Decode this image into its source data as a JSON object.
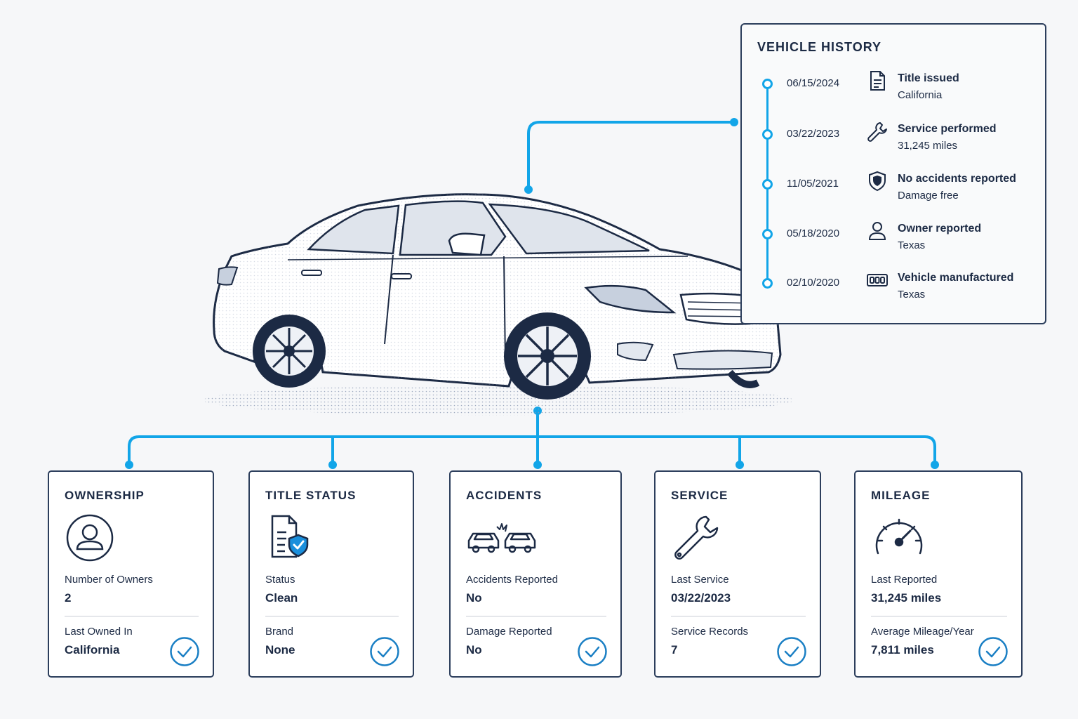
{
  "history": {
    "title": "VEHICLE HISTORY",
    "events": [
      {
        "date": "06/15/2024",
        "event": "Title issued",
        "detail": "California",
        "icon": "document-icon"
      },
      {
        "date": "03/22/2023",
        "event": "Service performed",
        "detail": "31,245 miles",
        "icon": "wrench-icon"
      },
      {
        "date": "11/05/2021",
        "event": "No accidents reported",
        "detail": "Damage free",
        "icon": "shield-icon"
      },
      {
        "date": "05/18/2020",
        "event": "Owner reported",
        "detail": "Texas",
        "icon": "person-icon"
      },
      {
        "date": "02/10/2020",
        "event": "Vehicle manufactured",
        "detail": "Texas",
        "icon": "odometer-icon"
      }
    ]
  },
  "cards": [
    {
      "title": "OWNERSHIP",
      "icon": "person-circle-icon",
      "label1": "Number of Owners",
      "value1": "2",
      "label2": "Last Owned In",
      "value2": "California"
    },
    {
      "title": "TITLE STATUS",
      "icon": "document-shield-icon",
      "label1": "Status",
      "value1": "Clean",
      "label2": "Brand",
      "value2": "None"
    },
    {
      "title": "ACCIDENTS",
      "icon": "car-collision-icon",
      "label1": "Accidents Reported",
      "value1": "No",
      "label2": "Damage Reported",
      "value2": "No"
    },
    {
      "title": "SERVICE",
      "icon": "wrench-icon",
      "label1": "Last Service",
      "value1": "03/22/2023",
      "label2": "Service Records",
      "value2": "7"
    },
    {
      "title": "MILEAGE",
      "icon": "speedometer-icon",
      "label1": "Last Reported",
      "value1": "31,245 miles",
      "label2": "Average Mileage/Year",
      "value2": "7,811 miles"
    }
  ],
  "colors": {
    "accent": "#12a5e8",
    "ink": "#1c2a44",
    "check": "#1a7fc4"
  }
}
